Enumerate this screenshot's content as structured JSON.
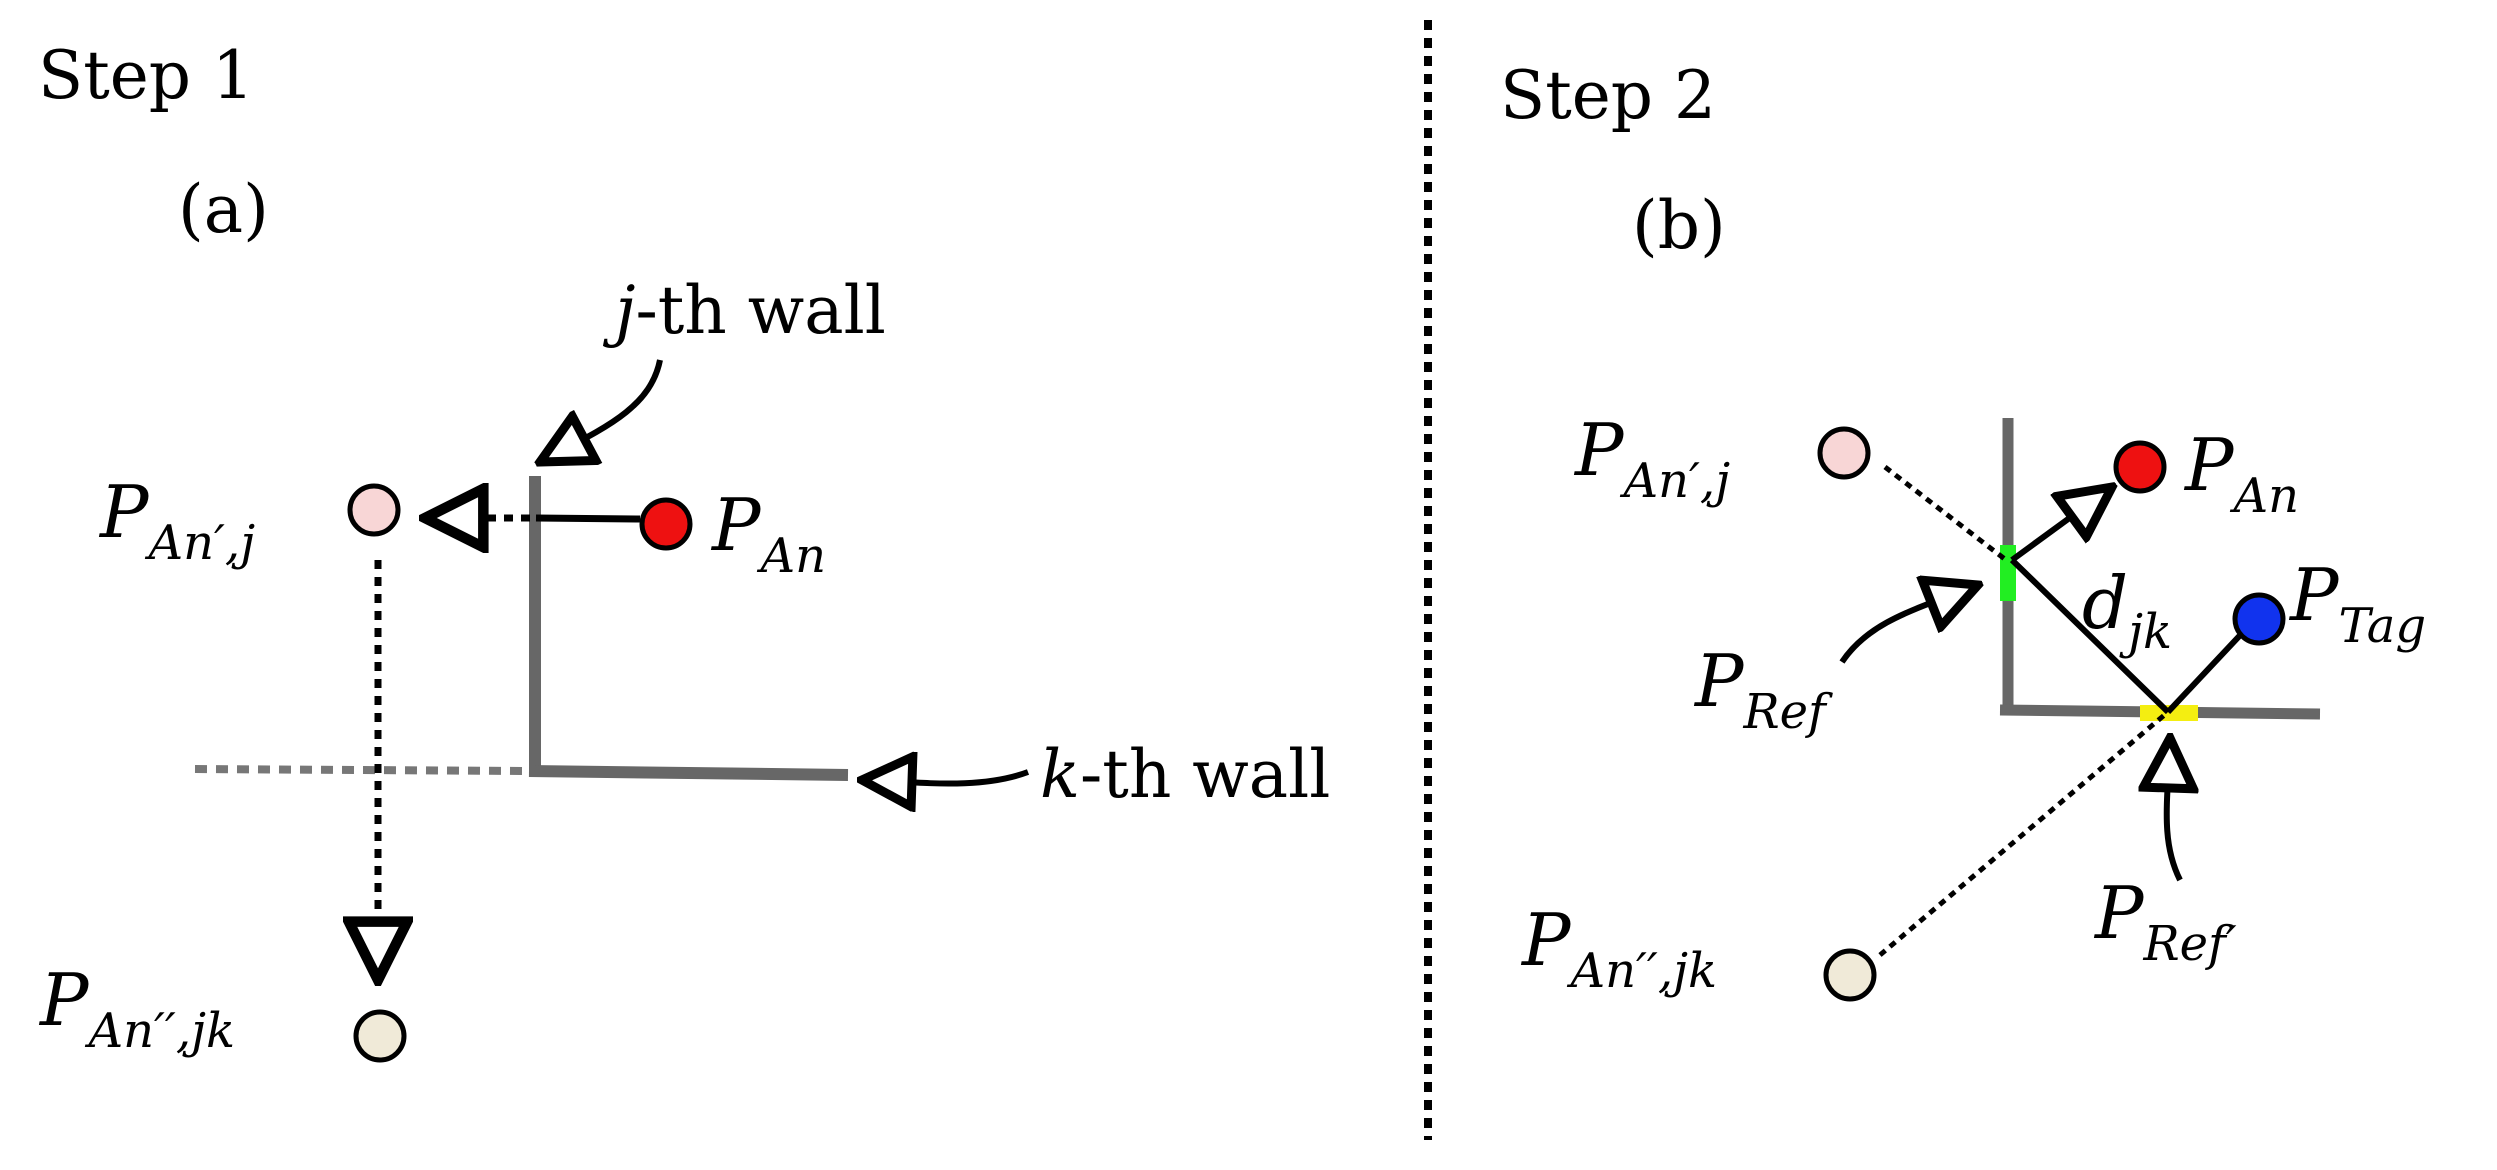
{
  "step1": {
    "title": "Step 1",
    "panel_label": "(a)",
    "j_wall": {
      "var": "j",
      "suffix": "-th wall"
    },
    "k_wall": {
      "var": "k",
      "suffix": "-th wall"
    },
    "p_an_prime_j": {
      "base": "P",
      "sub": "An′,j"
    },
    "p_an": {
      "base": "P",
      "sub": "An"
    },
    "p_an_dprime_jk": {
      "base": "P",
      "sub": "An′′,jk"
    }
  },
  "step2": {
    "title": "Step 2",
    "panel_label": "(b)",
    "p_an_prime_j": {
      "base": "P",
      "sub": "An′,j"
    },
    "p_an": {
      "base": "P",
      "sub": "An"
    },
    "p_tag": {
      "base": "P",
      "sub": "Tag"
    },
    "d_jk": {
      "base": "d",
      "sub": "jk"
    },
    "p_ref": {
      "base": "P",
      "sub": "Ref"
    },
    "p_ref_prime": {
      "base": "P",
      "sub": "Ref′"
    },
    "p_an_dprime_jk": {
      "base": "P",
      "sub": "An′′,jk"
    }
  },
  "colors": {
    "wall": "#676767",
    "anchor": "#ee1111",
    "tag": "#1133ee",
    "image_j": "#f8d6d6",
    "image_jk": "#f0ead8",
    "ref_green": "#22ee22",
    "ref_yellow": "#f4ee11"
  }
}
